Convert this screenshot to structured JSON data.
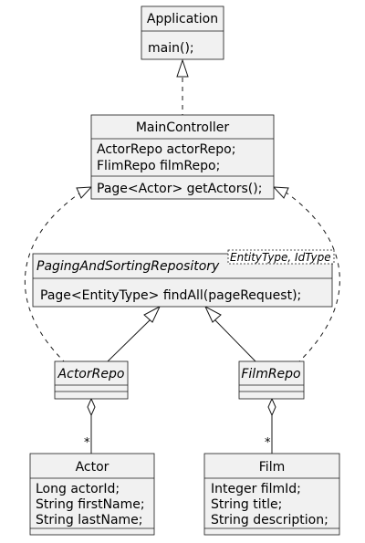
{
  "classes": {
    "application": {
      "name": "Application",
      "methods": [
        "main();"
      ]
    },
    "main_controller": {
      "name": "MainController",
      "fields": [
        "ActorRepo actorRepo;",
        "FlimRepo filmRepo;"
      ],
      "methods": [
        "Page<Actor> getActors();"
      ]
    },
    "paging_repo": {
      "name": "PagingAndSortingRepository",
      "type_params": "EntityType, IdType",
      "methods": [
        "Page<EntityType> findAll(pageRequest);"
      ]
    },
    "actor_repo": {
      "name": "ActorRepo"
    },
    "film_repo": {
      "name": "FilmRepo"
    },
    "actor": {
      "name": "Actor",
      "fields": [
        "Long actorId;",
        "String firstName;",
        "String lastName;"
      ]
    },
    "film": {
      "name": "Film",
      "fields": [
        "Integer filmId;",
        "String title;",
        "String description;"
      ]
    }
  },
  "multiplicities": {
    "actor_repo_to_actor": "*",
    "film_repo_to_film": "*"
  }
}
